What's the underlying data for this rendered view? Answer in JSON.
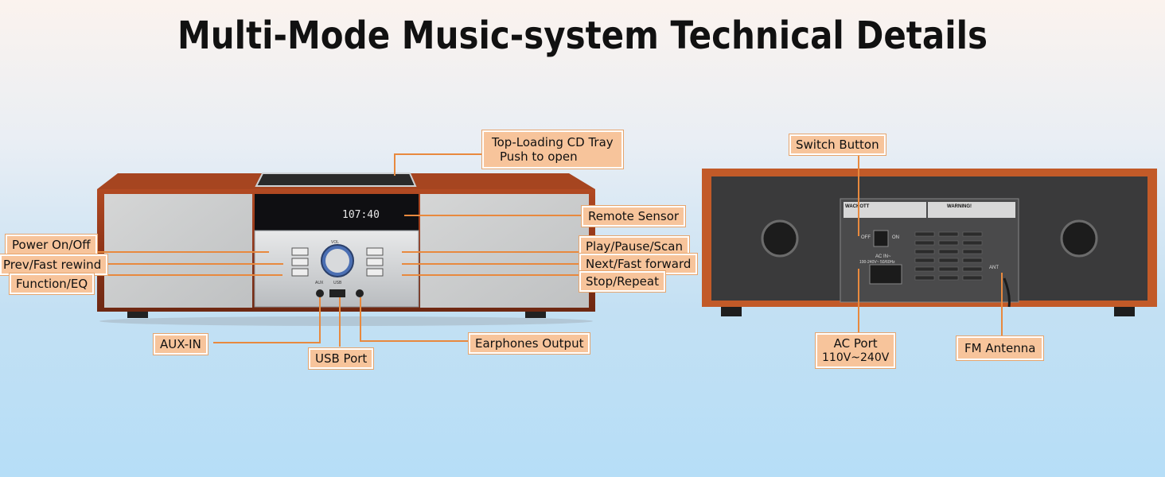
{
  "title": "Multi-Mode Music-system Technical Details",
  "display_time": "107:40",
  "front_labels": {
    "cd_tray_line1": "Top-Loading CD Tray",
    "cd_tray_line2": "Push to open",
    "remote_sensor": "Remote Sensor",
    "power": "Power On/Off",
    "prev": "Prev/Fast rewind",
    "function": "Function/EQ",
    "play": "Play/Pause/Scan",
    "next": "Next/Fast forward",
    "stop": "Stop/Repeat",
    "aux": "AUX-IN",
    "usb": "USB Port",
    "earphones": "Earphones Output"
  },
  "back_labels": {
    "switch": "Switch Button",
    "ac_line1": "AC Port",
    "ac_line2": "110V~240V",
    "fm": "FM Antenna"
  },
  "panel_text": {
    "vol": "VOL",
    "aux": "AUX",
    "usb": "USB",
    "warning": "WARNING!",
    "brand": "WACKOTT",
    "off": "OFF",
    "on": "ON",
    "ant": "ANT",
    "ac_in": "AC IN~",
    "ac_rating": "100-240V~ 50/60Hz"
  },
  "colors": {
    "label_fill": "#f7c49b",
    "leader_line": "#e8893e",
    "wood": "#9a3b1c"
  }
}
